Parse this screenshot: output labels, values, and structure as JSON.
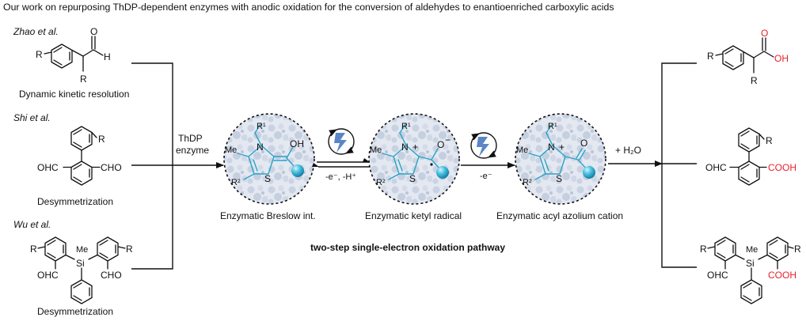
{
  "title": "Our work on repurposing ThDP-dependent enzymes  with anodic oxidation for the conversion of aldehydes to enantioenriched carboxylic acids",
  "left": {
    "zhao": {
      "author": "Zhao et al.",
      "caption": "Dynamic kinetic resolution",
      "labels": {
        "r1": "R",
        "r2": "R",
        "o": "O",
        "h": "H"
      }
    },
    "shi": {
      "author": "Shi et al.",
      "caption": "Desymmetrization",
      "labels": {
        "r": "R",
        "ohc": "OHC",
        "cho": "CHO"
      }
    },
    "wu": {
      "author": "Wu et al.",
      "caption": "Desymmetrization",
      "labels": {
        "r1": "R",
        "r2": "R",
        "me": "Me",
        "si": "Si",
        "ohc": "OHC",
        "cho": "CHO"
      }
    }
  },
  "middle": {
    "reagent_top": "ThDP",
    "reagent_bottom": "enzyme",
    "step1": "-e⁻, -H⁺",
    "step2": "-e⁻",
    "hydrolysis": "+ H₂O",
    "pathway": "two-step single-electron oxidation pathway",
    "intermediates": [
      {
        "caption": "Enzymatic Breslow int.",
        "r1": "R¹",
        "r2": "R²",
        "me": "Me",
        "n": "N",
        "s": "S",
        "oh": "OH"
      },
      {
        "caption": "Enzymatic ketyl radical",
        "r1": "R¹",
        "r2": "R²",
        "me": "Me",
        "n": "N",
        "plus": "+",
        "s": "S",
        "o": "O",
        "minus": "−"
      },
      {
        "caption": "Enzymatic acyl azolium cation",
        "r1": "R¹",
        "r2": "R²",
        "me": "Me",
        "n": "N",
        "plus": "+",
        "s": "S",
        "o": "O"
      }
    ]
  },
  "right": {
    "p1": {
      "r1": "R",
      "r2": "R",
      "o": "O",
      "oh": "OH"
    },
    "p2": {
      "r": "R",
      "ohc": "OHC",
      "cooh": "COOH"
    },
    "p3": {
      "r1": "R",
      "r2": "R",
      "me": "Me",
      "si": "Si",
      "ohc": "OHC",
      "cooh": "COOH"
    }
  },
  "colors": {
    "accent_cyan": "#2aa3c8",
    "acid_red": "#e8202a",
    "bolt_blue": "#5a86c5"
  },
  "icons": [
    "lightning-bolt-icon",
    "cyclic-arrow-icon",
    "enzyme-sphere-icon"
  ]
}
